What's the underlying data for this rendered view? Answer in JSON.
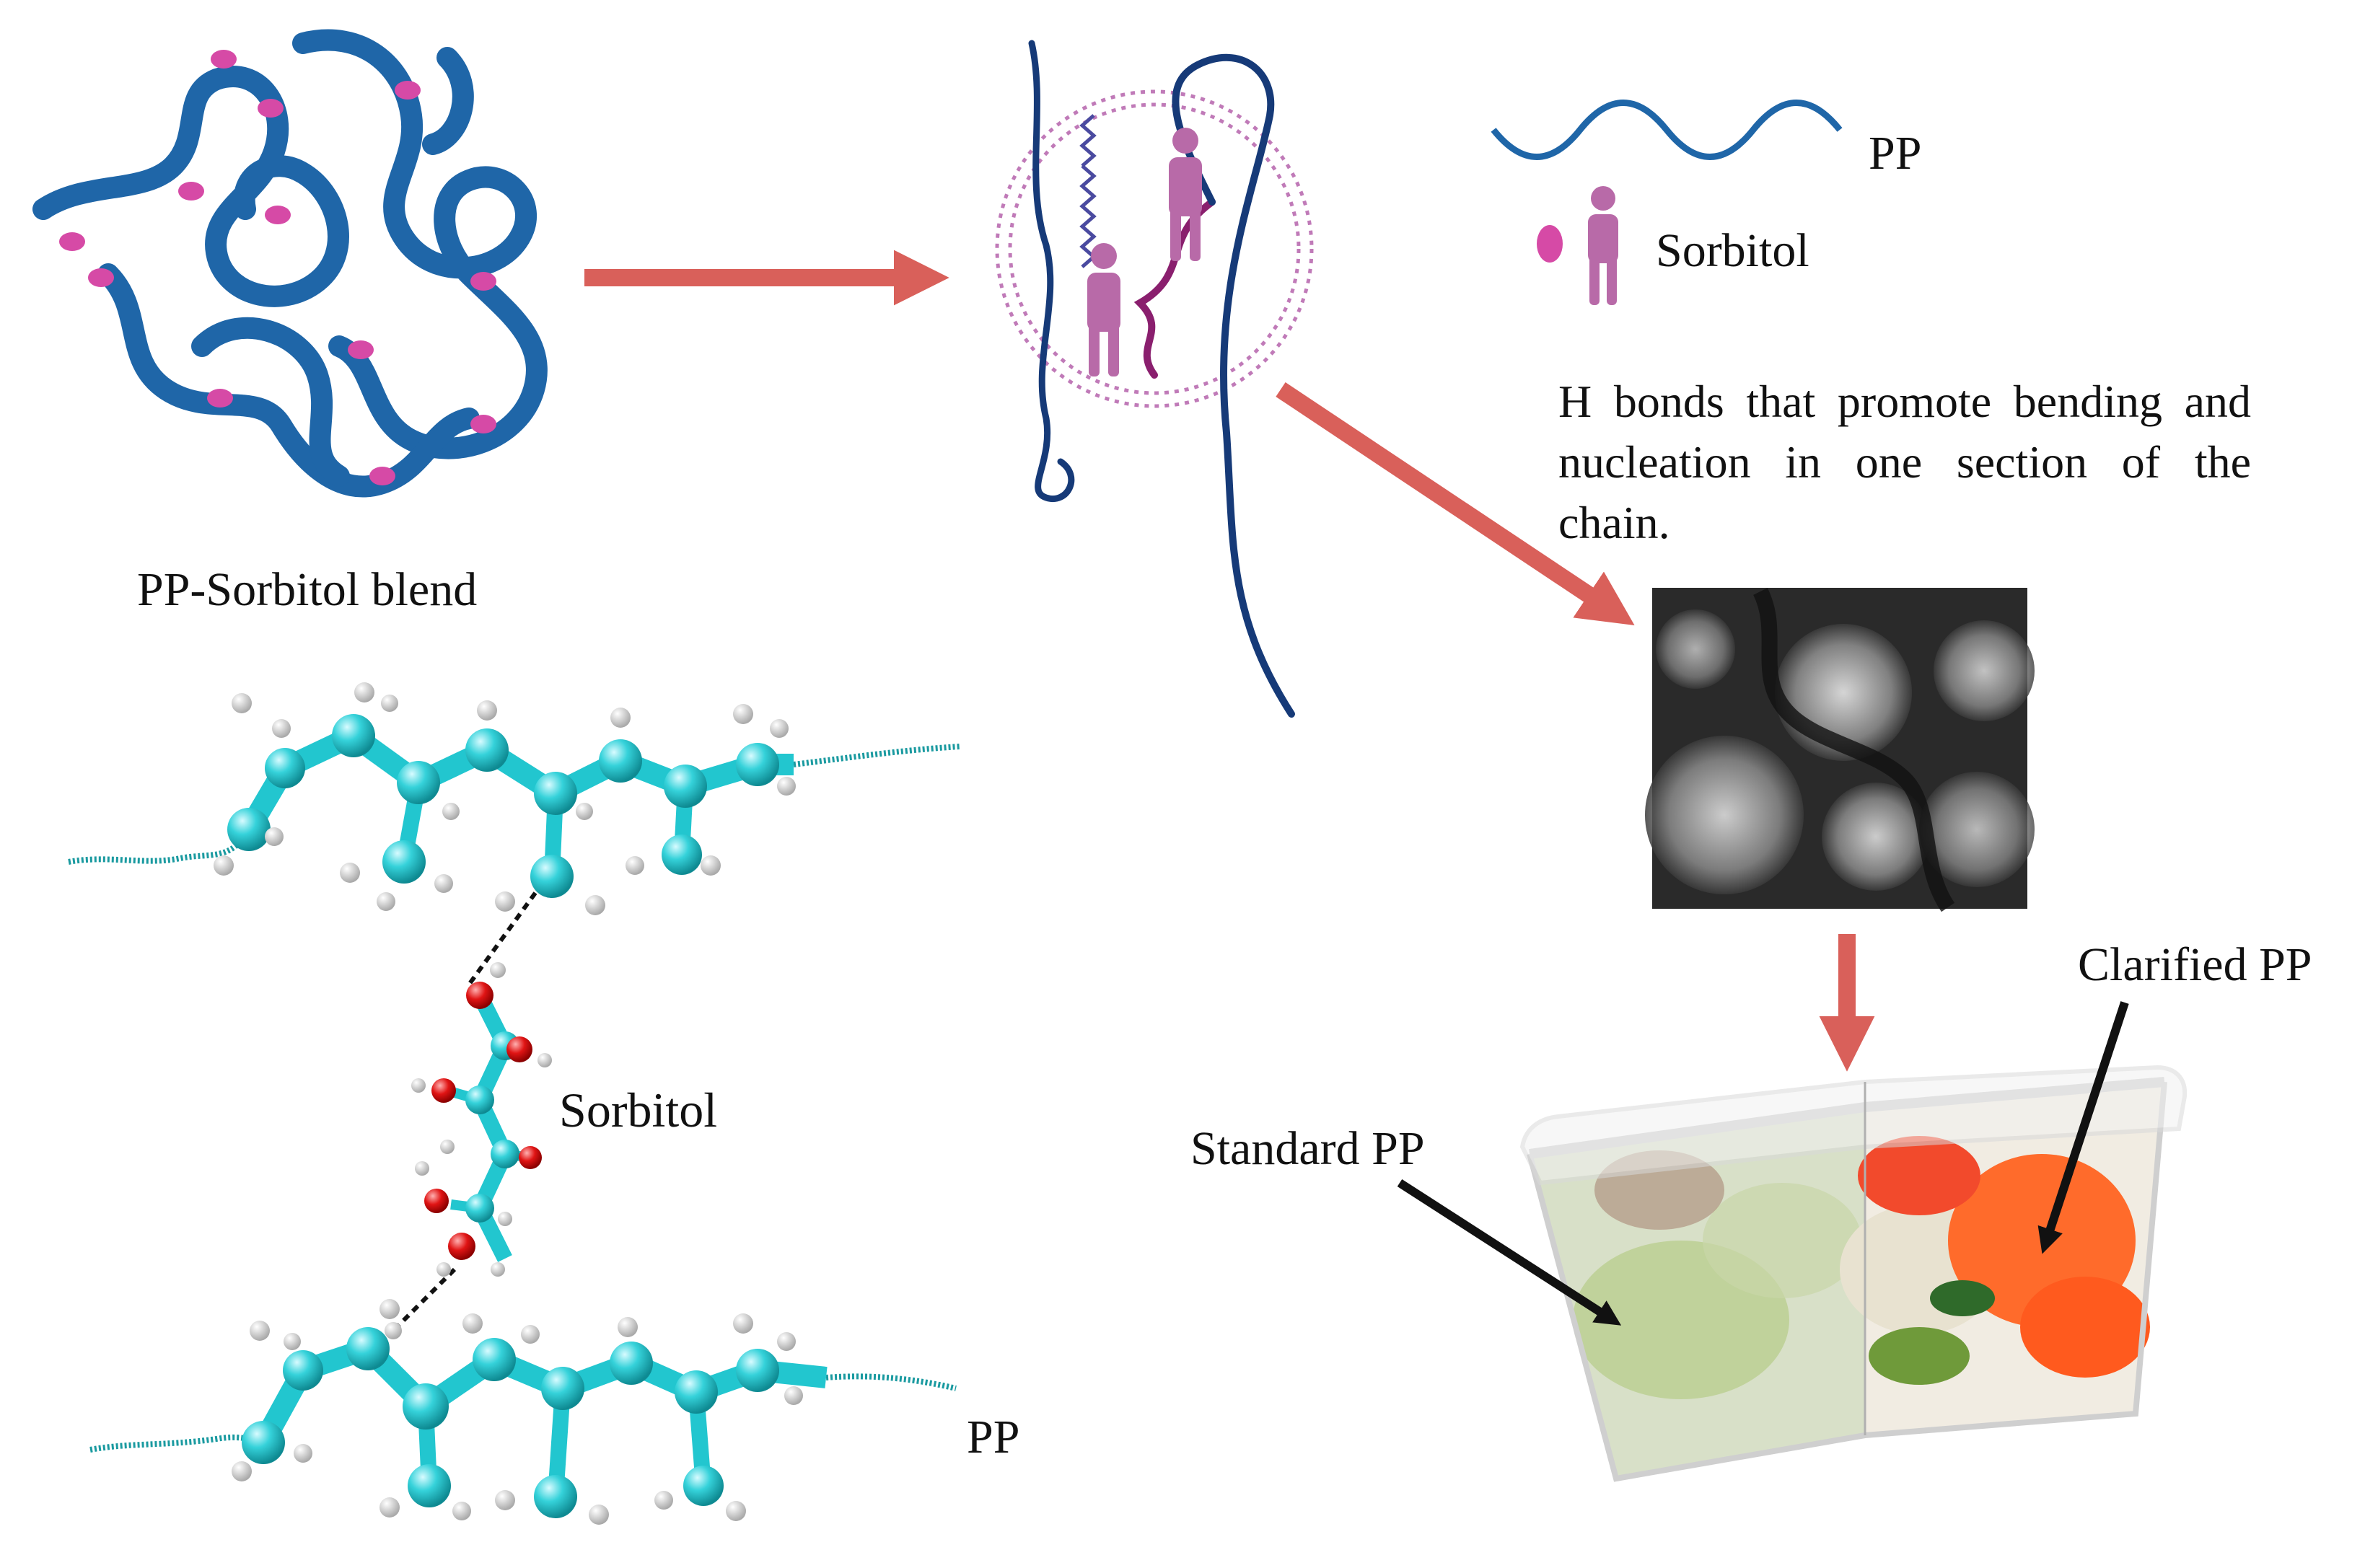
{
  "labels": {
    "blend": "PP-Sorbitol blend",
    "legend_pp": "PP",
    "legend_sorbitol": "Sorbitol",
    "hbond_caption": "H bonds that promote bending and nucleation in one section of the chain.",
    "sorbitol_molecule": "Sorbitol",
    "pp_molecule": "PP",
    "standard_pp": "Standard PP",
    "clarified_pp": "Clarified PP"
  },
  "colors": {
    "pp_chain": "#1f66a8",
    "pp_chain_dark": "#163a78",
    "sorbitol": "#d64aa6",
    "sorbitol_figure": "#b86aa8",
    "chain_accent": "#8a1f6e",
    "arrow": "#d9605a",
    "carbon_atom": "#2fd0d8",
    "hydrogen_atom": "#e8e8e8",
    "oxygen_atom": "#e21010",
    "black_arrow": "#111111"
  },
  "icons": [
    "pp-chain-icon",
    "sorbitol-figure-icon",
    "spherulite-micrograph",
    "food-container-photo"
  ]
}
